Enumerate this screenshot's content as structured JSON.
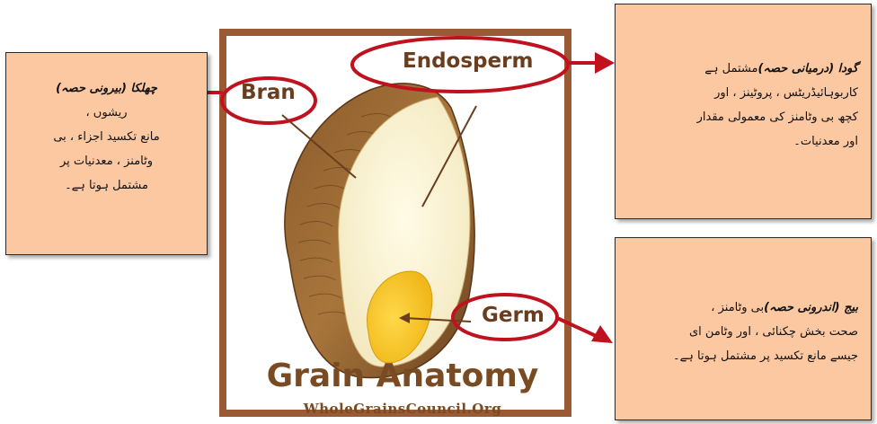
{
  "diagram": {
    "title": "Grain Anatomy",
    "brand": "WholeGrainsCouncil.Org",
    "labels": {
      "bran": "Bran",
      "endosperm": "Endosperm",
      "germ": "Germ"
    }
  },
  "callouts": {
    "bran": {
      "heading": "چھلکا (بیرونی حصہ)",
      "lines": [
        "ریشوں ،",
        "مانع تکسید اجزاء ، بی",
        "وٹامنز ، معدنیات  پر",
        "مشتمل ہوتا ہے۔"
      ]
    },
    "endosperm": {
      "heading": "گودا (درمیانی حصہ)",
      "heading_tail": "مشتمل ہے",
      "lines": [
        "کاربوہائیڈریٹس ، پروٹینز ، اور",
        "کچھ بی وٹامنز کی معمولی مقدار",
        "اور معدنیات۔"
      ]
    },
    "germ": {
      "heading": "بیج (اندرونی حصہ)",
      "heading_tail": "بی وٹامنز  ،",
      "lines": [
        "صحت بخش چکنائی ، اور وٹامن ای",
        "جیسے مانع تکسید پر مشتمل ہوتا ہے۔"
      ]
    }
  },
  "colors": {
    "arrow": "#c0121e",
    "frame": "#9a5a35",
    "callout_fill": "#fbc8a1",
    "label_text": "#6a3d1e"
  }
}
